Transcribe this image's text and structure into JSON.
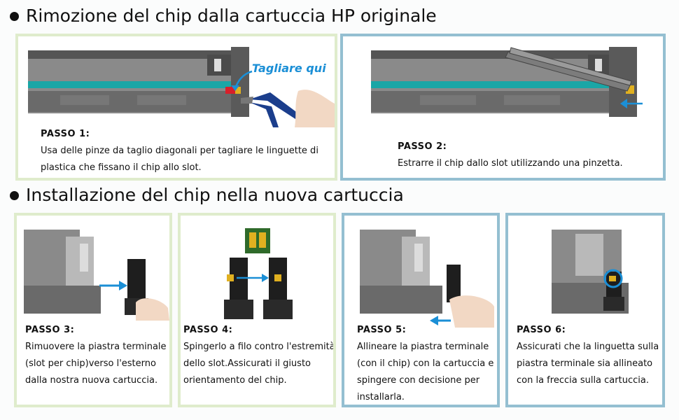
{
  "section1": {
    "title": "Rimozione del chip dalla cartuccia HP originale",
    "cut_label": "Tagliare qui",
    "step1": {
      "title": "PASSO 1:",
      "lines": [
        "Usa delle pinze da taglio diagonali per tagliare le linguette di",
        "plastica che fissano il chip allo slot."
      ]
    },
    "step2": {
      "title": "PASSO 2:",
      "lines": [
        "Estrarre il chip dallo slot utilizzando una pinzetta."
      ]
    }
  },
  "section2": {
    "title": "Installazione del chip nella nuova cartuccia",
    "step3": {
      "title": "PASSO 3:",
      "lines": [
        "Rimuovere la piastra terminale",
        "(slot per chip)verso l'esterno",
        "dalla nostra nuova cartuccia."
      ]
    },
    "step4": {
      "title": "PASSO 4:",
      "lines": [
        "Spingerlo a filo contro l'estremità",
        "dello slot.Assicurati il giusto",
        "orientamento del chip."
      ]
    },
    "step5": {
      "title": "PASSO 5:",
      "lines": [
        "Allineare la piastra terminale",
        "(con il chip) con la cartuccia e",
        "spingere con decisione per",
        "installarla."
      ]
    },
    "step6": {
      "title": "PASSO 6:",
      "lines": [
        "Assicurati che la linguetta sulla",
        "piastra terminale sia allineato",
        "con la freccia sulla cartuccia."
      ]
    }
  },
  "colors": {
    "accent_blue": "#1b8fd6",
    "cartridge_gray": "#6f6f6f",
    "teal_stripe": "#1aa6a6",
    "chip_green": "#2f6a2a",
    "border_green": "#dfeccc",
    "border_blue": "#94bfd1"
  }
}
